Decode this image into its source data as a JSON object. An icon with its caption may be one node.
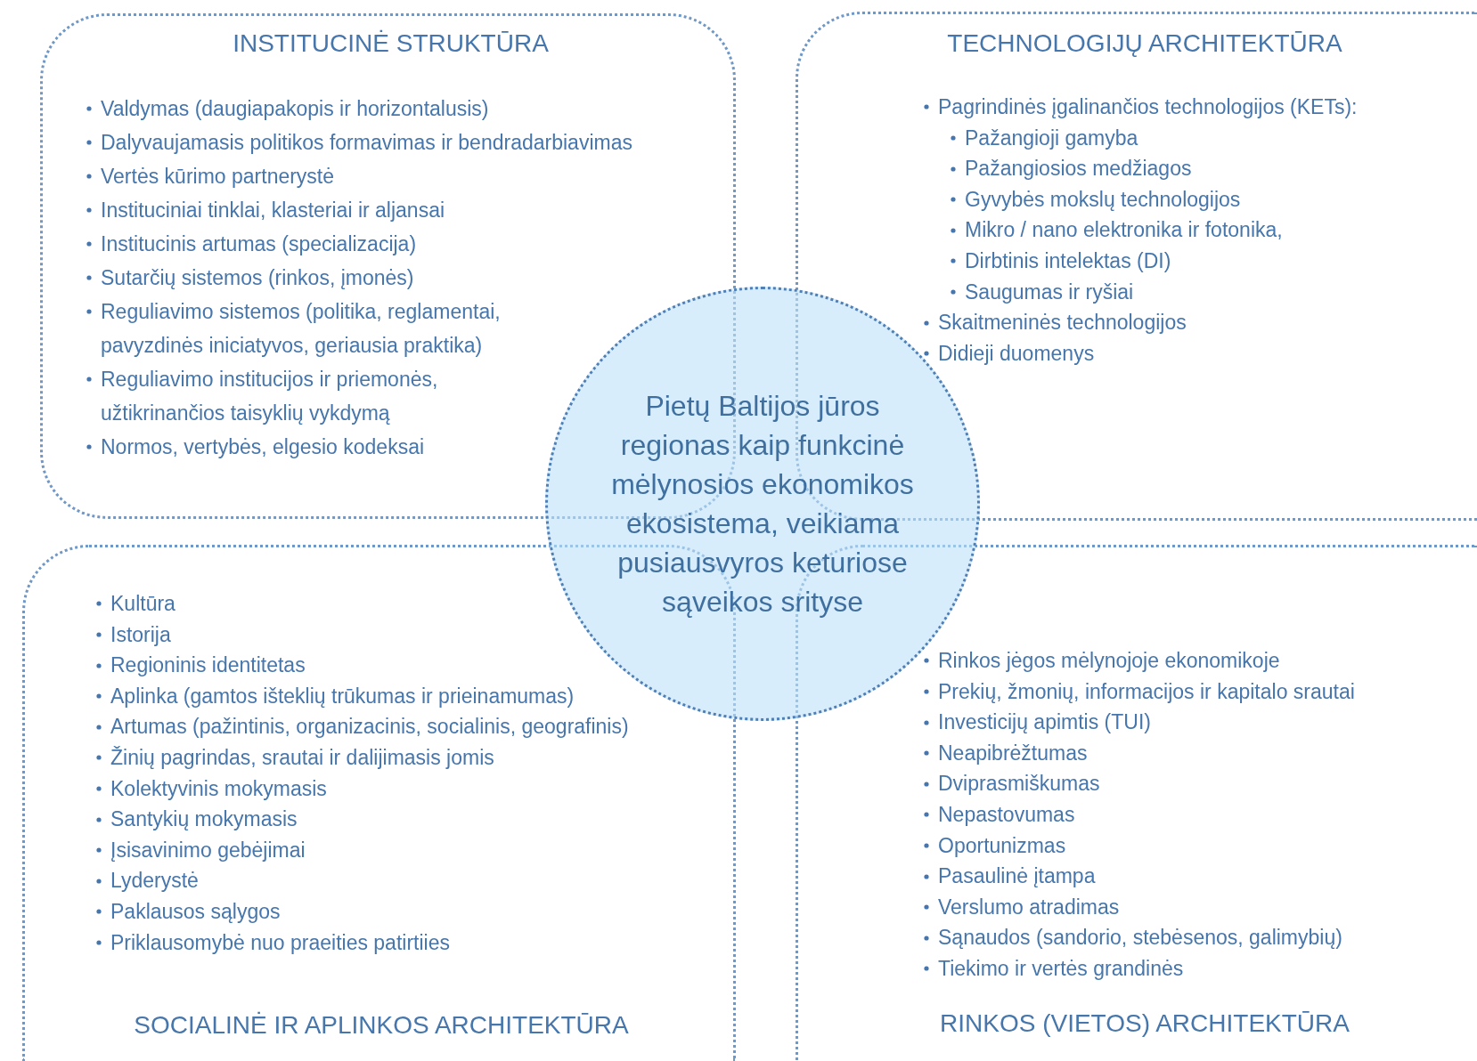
{
  "diagram": {
    "nodes": [
      {
        "text": [
          "INSTITUCINĖ STRUKTŪRA",
          "Valdymas (daugiapakopis ir horizontalusis)",
          "Dalyvaujamasis politikos formavimas ir bendradarbiavimas",
          "Vertės kūrimo partnerystė",
          "Instituciniai tinklai, klasteriai ir aljansai",
          "Institucinis artumas (specializacija)",
          "Sutarčių sistemos (rinkos, įmonės)",
          "Reguliavimo sistemos (politika, reglamentai, pavyzdinės iniciatyvos, geriausia praktika)",
          "Reguliavimo institucijos ir priemonės, užtikrinančios taisyklių vykdymą",
          "Normos, vertybės, elgesio kodeksai"
        ]
      },
      {
        "text": [
          "TECHNOLOGIJŲ ARCHITEKTŪRA",
          "Pagrindinės įgalinančios technologijos (KETs):",
          "Pažangioji gamyba",
          "Pažangiosios medžiagos",
          "Gyvybės mokslų technologijos",
          "Mikro / nano elektronika ir fotonika,",
          "Dirbtinis intelektas (DI)",
          "Saugumas ir ryšiai",
          "Skaitmeninės technologijos",
          "Didieji duomenys"
        ]
      },
      {
        "text": [
          "Kultūra",
          "Istorija",
          "Regioninis identitetas",
          "Aplinka (gamtos išteklių trūkumas ir prieinamumas)",
          "Artumas (pažintinis, organizacinis, socialinis, geografinis)",
          "Žinių pagrindas, srautai ir dalijimasis jomis",
          "Kolektyvinis mokymasis",
          "Santykių mokymasis",
          "Įsisavinimo gebėjimai",
          "Lyderystė",
          "Paklausos sąlygos",
          "Priklausomybė nuo praeities patirtiies",
          "SOCIALINĖ IR APLINKOS ARCHITEKTŪRA"
        ]
      },
      {
        "text": [
          "Rinkos jėgos mėlynojoje ekonomikoje",
          "Prekių, žmonių, informacijos ir kapitalo srautai",
          "Investicijų apimtis (TUI)",
          "Neapibrėžtumas",
          "Dviprasmiškumas",
          "Nepastovumas",
          "Oportunizmas",
          "Pasaulinė įtampa",
          "Verslumo atradimas",
          "Sąnaudos (sandorio, stebėsenos, galimybių)",
          "Tiekimo ir vertės grandinės",
          "RINKOS (VIETOS) ARCHITEKTŪRA"
        ]
      },
      {
        "text": [
          "Pietų Baltijos jūros regionas kaip funkcinė mėlynosios ekonomikos ekosistema, veikiama pusiausvyros keturiose sąveikos srityse"
        ]
      }
    ]
  }
}
